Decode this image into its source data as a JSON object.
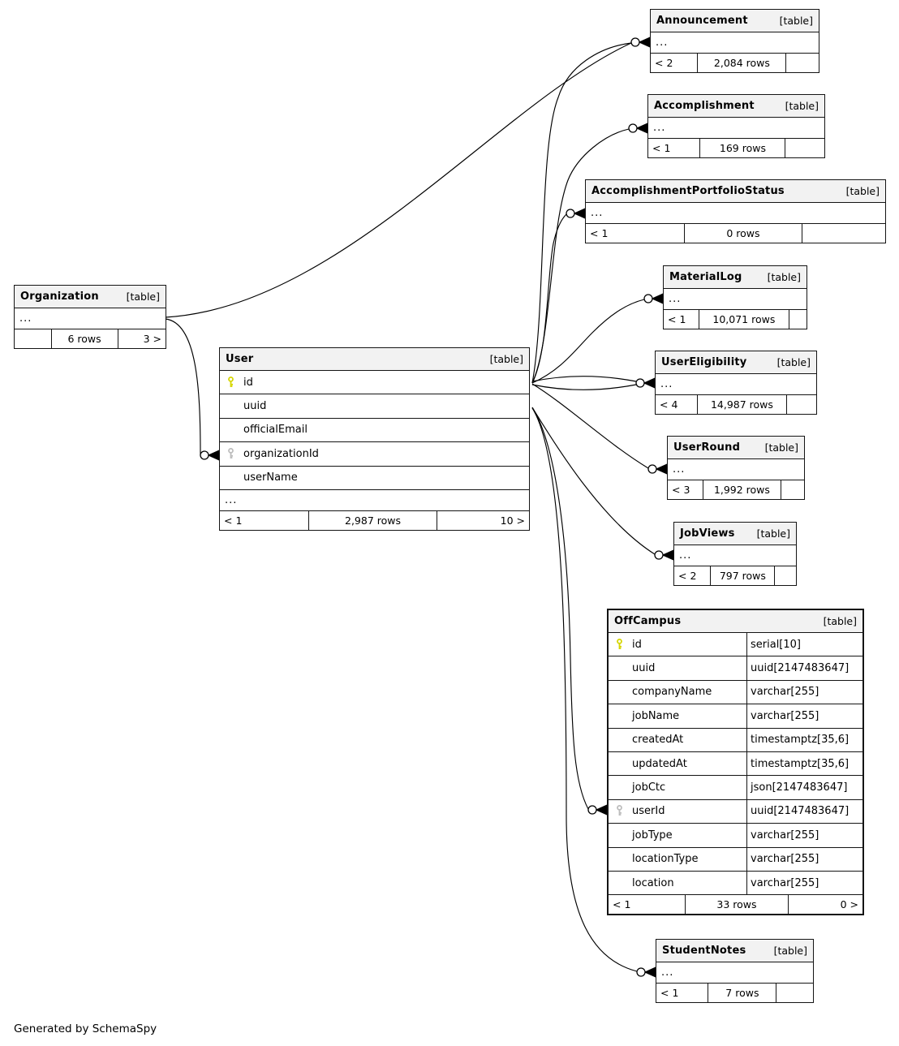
{
  "page": {
    "footer_note": "Generated by SchemaSpy"
  },
  "tables": [
    {
      "id": "organization",
      "name": "Organization",
      "tag": "[table]",
      "dots": "...",
      "footer": {
        "left": "",
        "center": "6 rows",
        "right": "3 >"
      }
    },
    {
      "id": "user",
      "name": "User",
      "tag": "[table]",
      "dots": "...",
      "fields": [
        {
          "name": "id",
          "key": "pk"
        },
        {
          "name": "uuid",
          "key": ""
        },
        {
          "name": "officialEmail",
          "key": ""
        },
        {
          "name": "organizationId",
          "key": "fk"
        },
        {
          "name": "userName",
          "key": ""
        }
      ],
      "footer": {
        "left": "< 1",
        "center": "2,987 rows",
        "right": "10 >"
      }
    },
    {
      "id": "announcement",
      "name": "Announcement",
      "tag": "[table]",
      "dots": "...",
      "footer": {
        "left": "< 2",
        "center": "2,084 rows",
        "right": ""
      }
    },
    {
      "id": "accomplishment",
      "name": "Accomplishment",
      "tag": "[table]",
      "dots": "...",
      "footer": {
        "left": "< 1",
        "center": "169 rows",
        "right": ""
      }
    },
    {
      "id": "accomplishmentportfoliostatus",
      "name": "AccomplishmentPortfolioStatus",
      "tag": "[table]",
      "dots": "...",
      "footer": {
        "left": "< 1",
        "center": "0 rows",
        "right": ""
      }
    },
    {
      "id": "materiallog",
      "name": "MaterialLog",
      "tag": "[table]",
      "dots": "...",
      "footer": {
        "left": "< 1",
        "center": "10,071 rows",
        "right": ""
      }
    },
    {
      "id": "usereligibility",
      "name": "UserEligibility",
      "tag": "[table]",
      "dots": "...",
      "footer": {
        "left": "< 4",
        "center": "14,987 rows",
        "right": ""
      }
    },
    {
      "id": "userround",
      "name": "UserRound",
      "tag": "[table]",
      "dots": "...",
      "footer": {
        "left": "< 3",
        "center": "1,992 rows",
        "right": ""
      }
    },
    {
      "id": "jobviews",
      "name": "JobViews",
      "tag": "[table]",
      "dots": "...",
      "footer": {
        "left": "< 2",
        "center": "797 rows",
        "right": ""
      }
    },
    {
      "id": "offcampus",
      "name": "OffCampus",
      "tag": "[table]",
      "fields": [
        {
          "name": "id",
          "type": "serial[10]",
          "key": "pk"
        },
        {
          "name": "uuid",
          "type": "uuid[2147483647]",
          "key": ""
        },
        {
          "name": "companyName",
          "type": "varchar[255]",
          "key": ""
        },
        {
          "name": "jobName",
          "type": "varchar[255]",
          "key": ""
        },
        {
          "name": "createdAt",
          "type": "timestamptz[35,6]",
          "key": ""
        },
        {
          "name": "updatedAt",
          "type": "timestamptz[35,6]",
          "key": ""
        },
        {
          "name": "jobCtc",
          "type": "json[2147483647]",
          "key": ""
        },
        {
          "name": "userId",
          "type": "uuid[2147483647]",
          "key": "fk"
        },
        {
          "name": "jobType",
          "type": "varchar[255]",
          "key": ""
        },
        {
          "name": "locationType",
          "type": "varchar[255]",
          "key": ""
        },
        {
          "name": "location",
          "type": "varchar[255]",
          "key": ""
        }
      ],
      "footer": {
        "left": "< 1",
        "center": "33 rows",
        "right": "0 >"
      }
    },
    {
      "id": "studentnotes",
      "name": "StudentNotes",
      "tag": "[table]",
      "dots": "...",
      "footer": {
        "left": "< 1",
        "center": "7 rows",
        "right": ""
      }
    }
  ],
  "relationships": [
    {
      "from": "Organization",
      "to": "Announcement"
    },
    {
      "from": "Organization",
      "to": "User.organizationId"
    },
    {
      "from": "User.id",
      "to": "Announcement"
    },
    {
      "from": "User.id",
      "to": "Accomplishment"
    },
    {
      "from": "User.id",
      "to": "AccomplishmentPortfolioStatus"
    },
    {
      "from": "User.id",
      "to": "MaterialLog"
    },
    {
      "from": "User.id",
      "to": "UserEligibility"
    },
    {
      "from": "User.id",
      "to": "UserEligibility"
    },
    {
      "from": "User.id",
      "to": "UserRound"
    },
    {
      "from": "User.uuid",
      "to": "JobViews"
    },
    {
      "from": "User.uuid",
      "to": "OffCampus.userId"
    },
    {
      "from": "User.uuid",
      "to": "StudentNotes"
    }
  ],
  "colors": {
    "header_fill": "#f2f2f2",
    "border": "#141414",
    "primary_key": "#d6d600",
    "foreign_key": "#bdbdbd"
  }
}
